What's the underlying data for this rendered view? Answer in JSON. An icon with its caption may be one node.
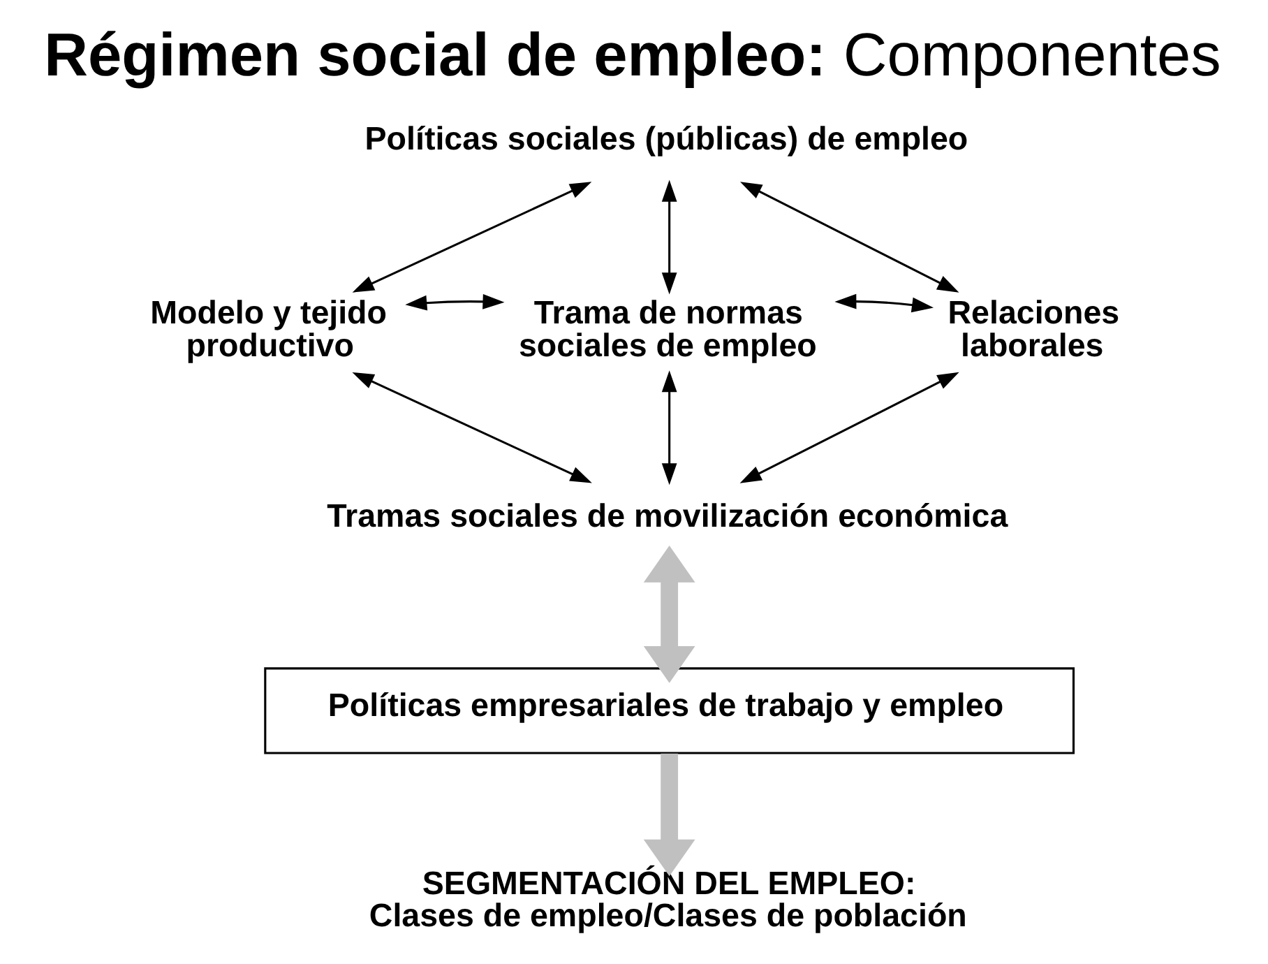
{
  "diagram": {
    "title": "**Régimen social de empleo:** Componentes",
    "nodes": [
      {
        "text": [
          "Políticas sociales (públicas) de empleo"
        ]
      },
      {
        "text": [
          "Modelo y tejido productivo"
        ]
      },
      {
        "text": [
          "Trama de normas sociales de empleo"
        ]
      },
      {
        "text": [
          "Relaciones laborales"
        ]
      },
      {
        "text": [
          "Tramas sociales de movilización económica"
        ]
      },
      {
        "text": [
          "Políticas empresariales de trabajo y empleo"
        ]
      },
      {
        "text": [
          "SEGMENTACIÓN DEL EMPLEO:",
          "Clases de empleo/Clases de población"
        ]
      }
    ],
    "edges": [
      {
        "from": 0,
        "to": 1,
        "arrow": "both"
      },
      {
        "from": 0,
        "to": 2,
        "arrow": "both"
      },
      {
        "from": 0,
        "to": 3,
        "arrow": "both"
      },
      {
        "from": 1,
        "to": 2,
        "arrow": "both"
      },
      {
        "from": 2,
        "to": 3,
        "arrow": "both"
      },
      {
        "from": 1,
        "to": 4,
        "arrow": "both"
      },
      {
        "from": 2,
        "to": 4,
        "arrow": "both"
      },
      {
        "from": 3,
        "to": 4,
        "arrow": "both"
      },
      {
        "from": 4,
        "to": 5,
        "arrow": "both",
        "style": "thick",
        "color": "#c0c0c0"
      },
      {
        "from": 5,
        "to": 6,
        "arrow": "to",
        "style": "thick",
        "color": "#c0c0c0"
      }
    ]
  }
}
